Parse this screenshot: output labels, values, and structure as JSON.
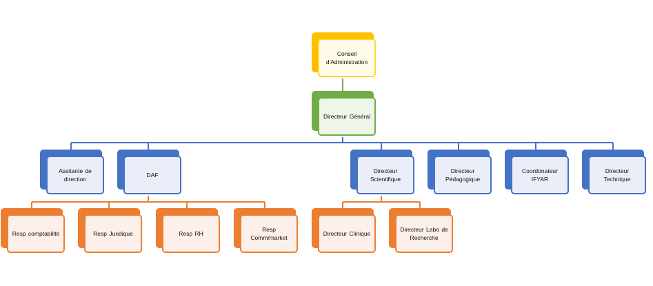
{
  "org_chart": {
    "conseil": "Conseil\nd'Administration",
    "directeur_general": "Directeur  Général",
    "assistante": "Assitante  de\ndirection",
    "daf": "DAF",
    "dir_scientifique": "Directeur\nScientifique",
    "dir_pedagogique": "Directeur\nPédagogique",
    "coordonateur": "Coordonateur\nIFYAR",
    "dir_technique": "Directeur\nTechnique",
    "resp_comptabilite": "Resp  comptabilité",
    "resp_juridique": "Resp  Juridique",
    "resp_rh": "Resp  RH",
    "resp_comm": "Resp\nComm/market",
    "dir_clinique": "Directeur  Clinique",
    "dir_labo": "Directeur  Labo de\nRecherche"
  },
  "colors": {
    "gold": "#fdbf00",
    "green": "#70ad47",
    "blue": "#4472c4",
    "orange": "#ed7d31"
  }
}
